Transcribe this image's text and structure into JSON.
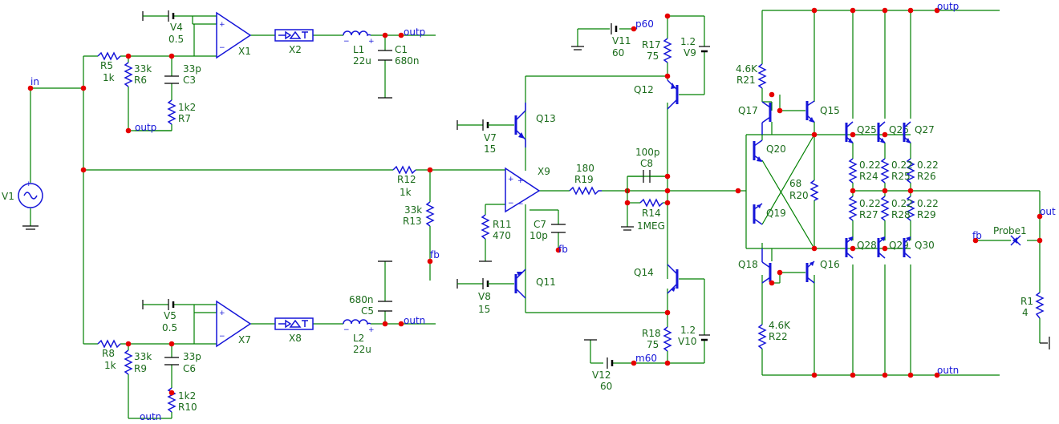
{
  "schematic": {
    "nets": {
      "in": "in",
      "outp_top": "outp",
      "outp_r7": "outp",
      "outp_c1": "outp",
      "outn_c5": "outn",
      "outn_r10": "outn",
      "outn_bottom": "outn",
      "fb_r13": "fb",
      "fb_c7": "fb",
      "fb_probe": "fb",
      "p60": "p60",
      "m60": "m60",
      "out": "out"
    },
    "components": {
      "V1": {
        "name": "V1"
      },
      "V4": {
        "name": "V4",
        "value": "0.5"
      },
      "V5": {
        "name": "V5",
        "value": "0.5"
      },
      "V7": {
        "name": "V7",
        "value": "15"
      },
      "V8": {
        "name": "V8",
        "value": "15"
      },
      "V9": {
        "name": "V9",
        "value": "1.2"
      },
      "V10": {
        "name": "V10",
        "value": "1.2"
      },
      "V11": {
        "name": "V11",
        "value": "60"
      },
      "V12": {
        "name": "V12",
        "value": "60"
      },
      "X1": {
        "name": "X1"
      },
      "X2": {
        "name": "X2"
      },
      "X7": {
        "name": "X7"
      },
      "X8": {
        "name": "X8"
      },
      "X9": {
        "name": "X9"
      },
      "L1": {
        "name": "L1",
        "value": "22u"
      },
      "L2": {
        "name": "L2",
        "value": "22u"
      },
      "C1": {
        "name": "C1",
        "value": "680n"
      },
      "C5": {
        "name": "C5",
        "value": "680n"
      },
      "C3": {
        "name": "C3",
        "value": "33p"
      },
      "C6": {
        "name": "C6",
        "value": "33p"
      },
      "C7": {
        "name": "C7",
        "value": "10p"
      },
      "C8": {
        "name": "C8",
        "value": "100p"
      },
      "R1": {
        "name": "R1",
        "value": "4"
      },
      "R5": {
        "name": "R5",
        "value": "1k"
      },
      "R6": {
        "name": "R6",
        "value": "33k"
      },
      "R7": {
        "name": "R7",
        "value": "1k2"
      },
      "R8": {
        "name": "R8",
        "value": "1k"
      },
      "R9": {
        "name": "R9",
        "value": "33k"
      },
      "R10": {
        "name": "R10",
        "value": "1k2"
      },
      "R11": {
        "name": "R11",
        "value": "470"
      },
      "R12": {
        "name": "R12",
        "value": "1k"
      },
      "R13": {
        "name": "R13",
        "value": "33k"
      },
      "R14": {
        "name": "R14",
        "value": "1MEG"
      },
      "R17": {
        "name": "R17",
        "value": "75"
      },
      "R18": {
        "name": "R18",
        "value": "75"
      },
      "R19": {
        "name": "R19",
        "value": "180"
      },
      "R20": {
        "name": "R20",
        "value": "68"
      },
      "R21": {
        "name": "R21",
        "value": "4.6K"
      },
      "R22": {
        "name": "R22",
        "value": "4.6K"
      },
      "R24": {
        "name": "R24",
        "value": "0.22"
      },
      "R25": {
        "name": "R25",
        "value": "0.22"
      },
      "R26": {
        "name": "R26",
        "value": "0.22"
      },
      "R27": {
        "name": "R27",
        "value": "0.22"
      },
      "R28": {
        "name": "R28",
        "value": "0.22"
      },
      "R29": {
        "name": "R29",
        "value": "0.22"
      },
      "Q11": {
        "name": "Q11"
      },
      "Q12": {
        "name": "Q12"
      },
      "Q13": {
        "name": "Q13"
      },
      "Q14": {
        "name": "Q14"
      },
      "Q15": {
        "name": "Q15"
      },
      "Q16": {
        "name": "Q16"
      },
      "Q17": {
        "name": "Q17"
      },
      "Q18": {
        "name": "Q18"
      },
      "Q19": {
        "name": "Q19"
      },
      "Q20": {
        "name": "Q20"
      },
      "Q25": {
        "name": "Q25"
      },
      "Q26": {
        "name": "Q26"
      },
      "Q27": {
        "name": "Q27"
      },
      "Q28": {
        "name": "Q28"
      },
      "Q29": {
        "name": "Q29"
      },
      "Q30": {
        "name": "Q30"
      },
      "Probe1": {
        "name": "Probe1"
      }
    }
  }
}
